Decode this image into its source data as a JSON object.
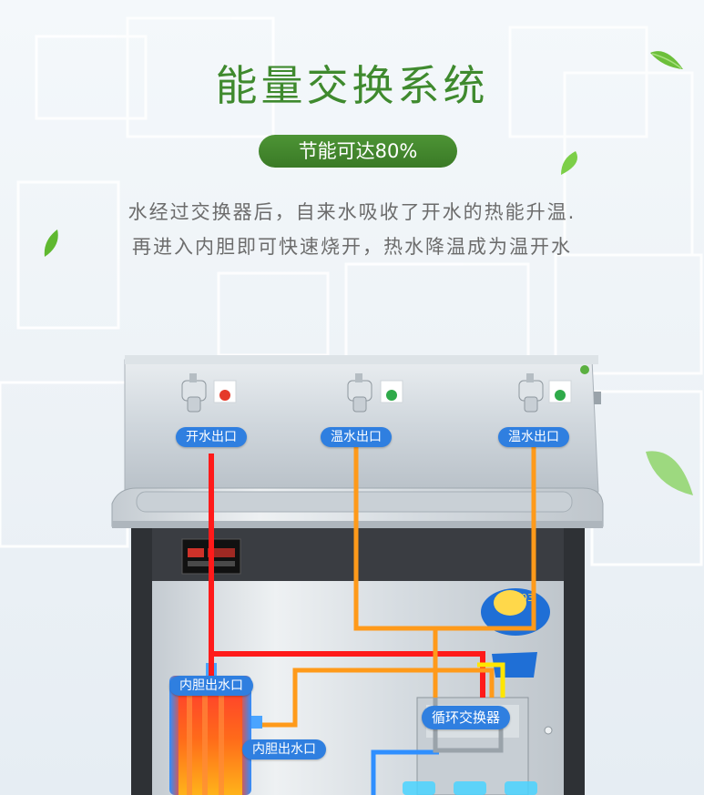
{
  "header": {
    "title": "能量交换系统",
    "badge": "节能可达80%",
    "description_line1": "水经过交换器后，自来水吸收了开水的热能升温.",
    "description_line2": "再进入内胆即可快速烧开，热水降温成为温开水"
  },
  "labels": {
    "boiling_outlet": "开水出口",
    "warm_outlet_1": "温水出口",
    "warm_outlet_2": "温水出口",
    "tank_outlet_top": "内胆出水口",
    "tank_outlet_side": "内胆出水口",
    "heat_exchanger": "循环交换器"
  },
  "colors": {
    "title_green": "#3f8a2e",
    "tag_blue": "#2f7fe0",
    "hot_pipe": "#ff1a1a",
    "warm_pipe": "#ff9a1a",
    "cold_pipe": "#2f8fff",
    "mixed_pipe": "#ffe600"
  },
  "icons": [
    "leaf-icon",
    "faucet-icon",
    "hot-water-badge-icon",
    "warm-water-badge-icon",
    "display-panel-icon",
    "mascot-sticker-icon"
  ]
}
